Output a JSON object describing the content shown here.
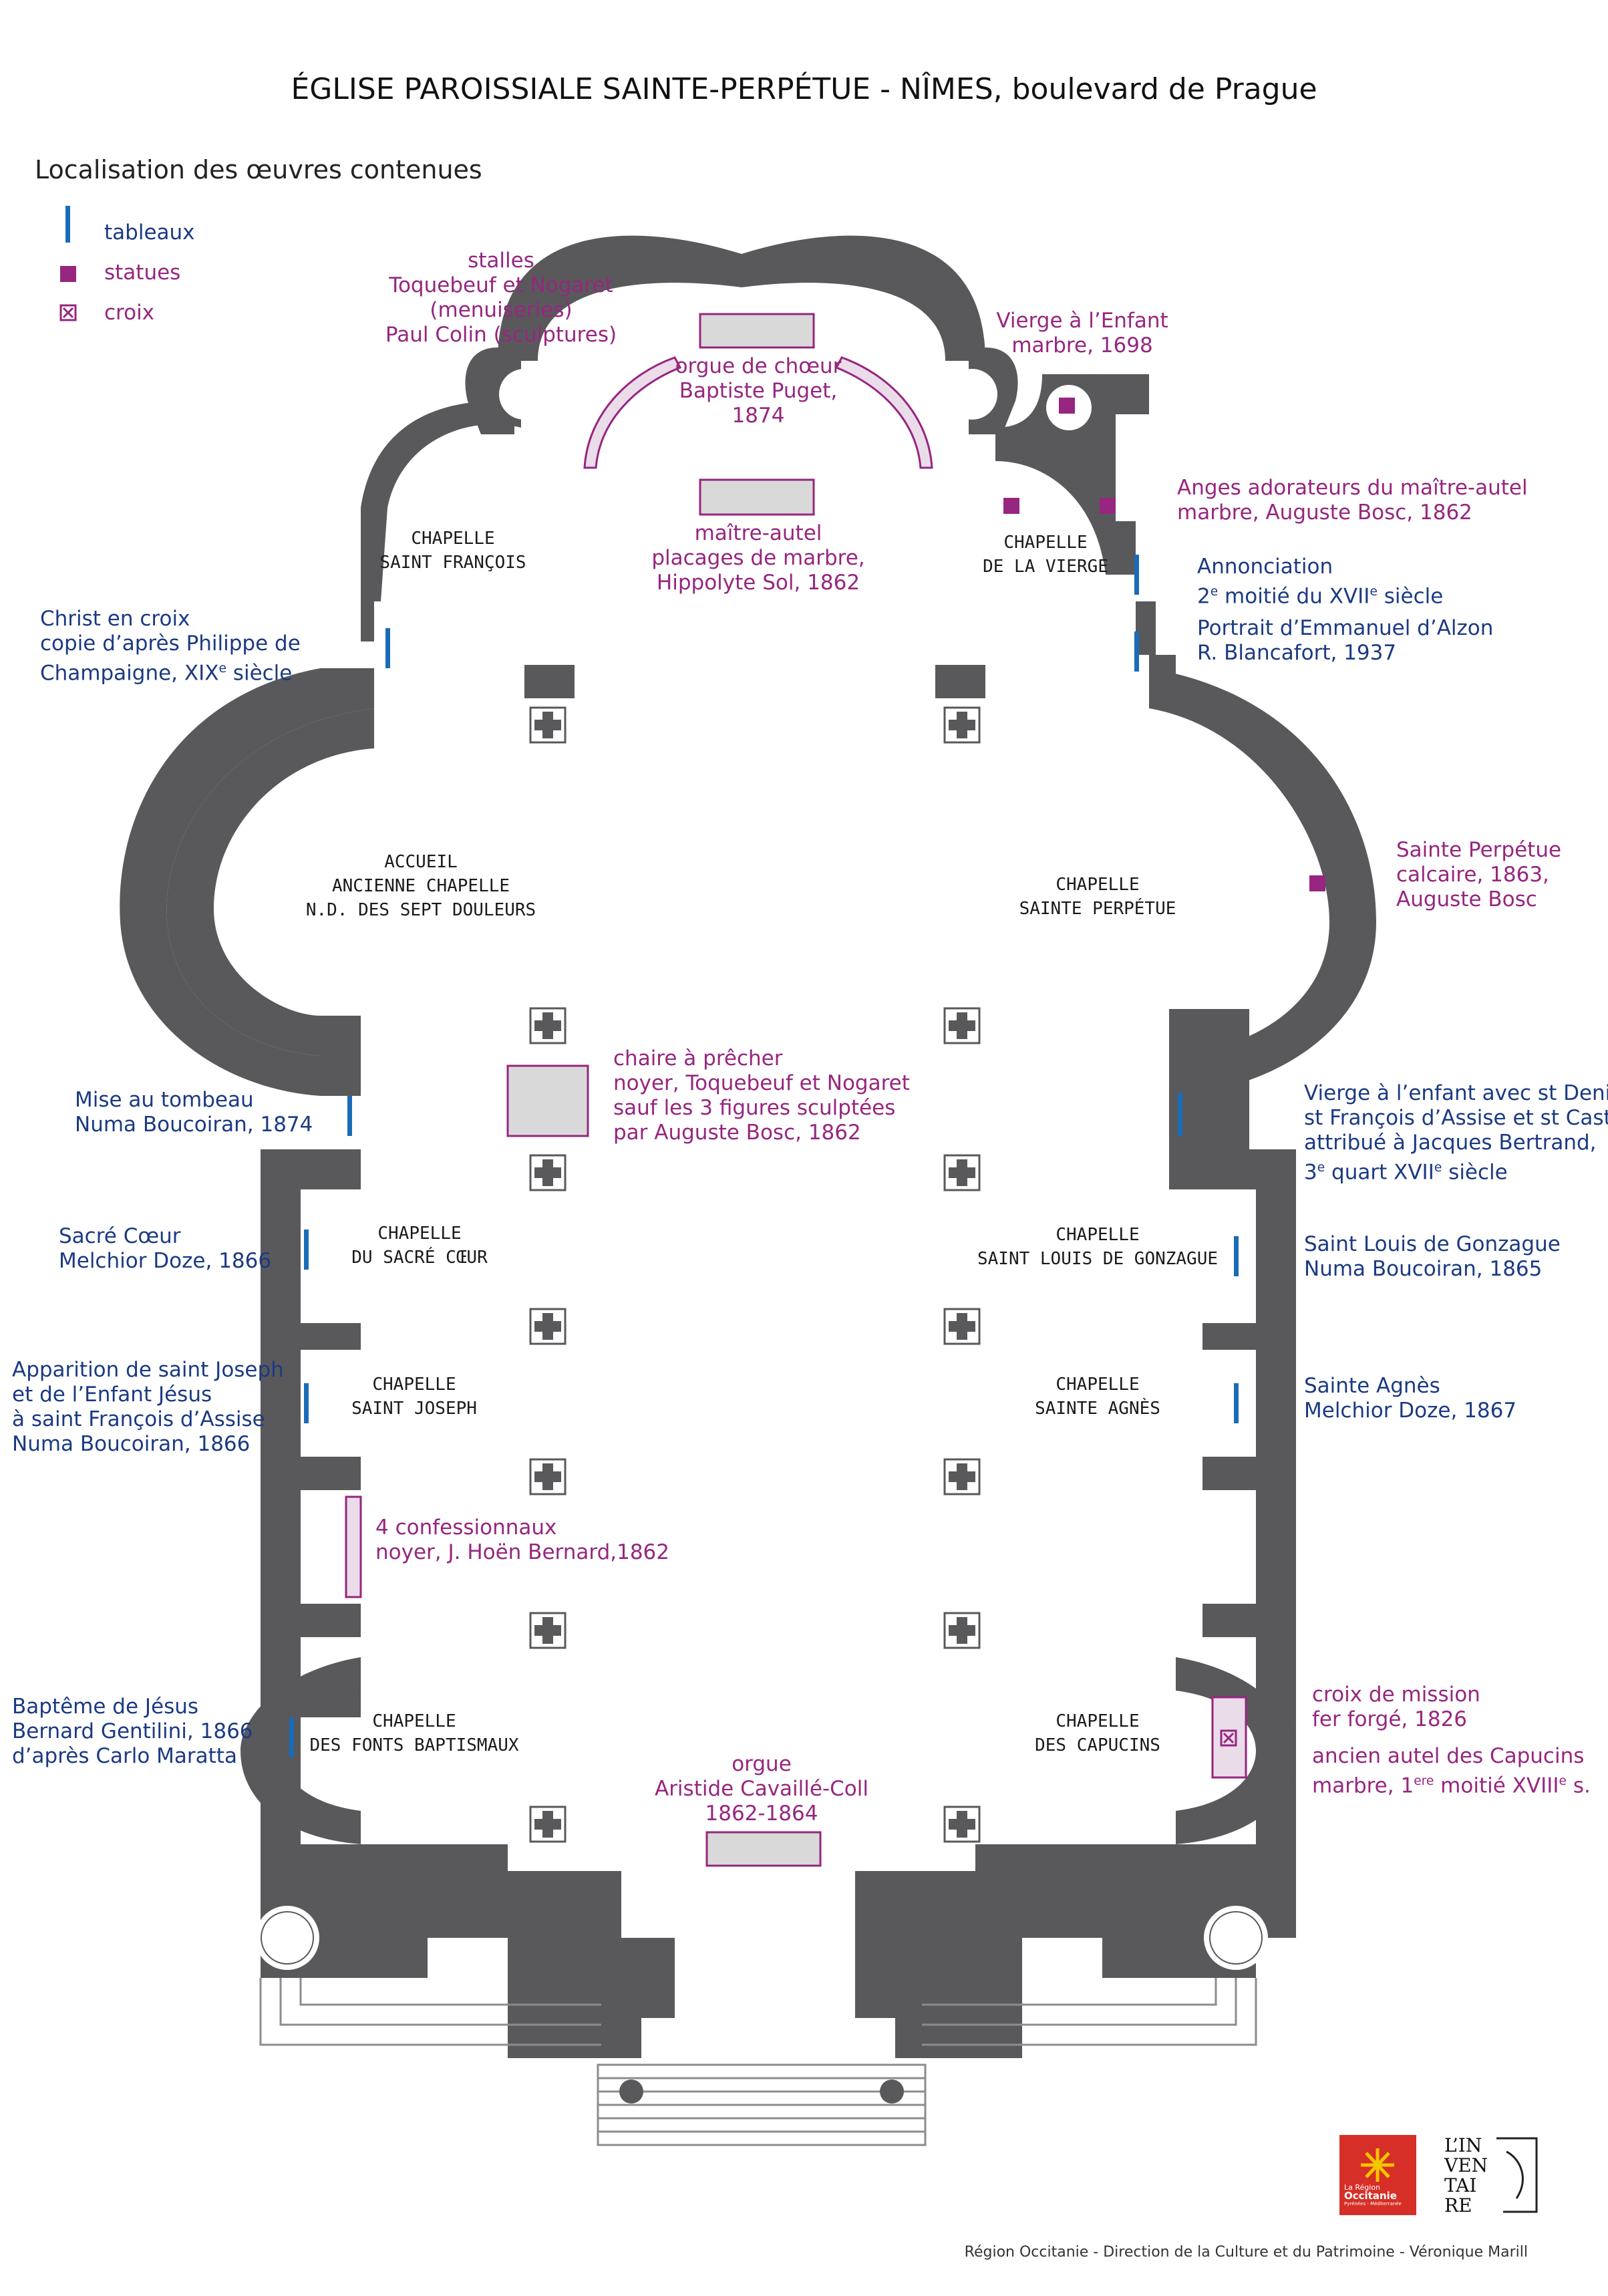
{
  "title": "ÉGLISE PAROISSIALE SAINTE-PERPÉTUE  - NÎMES, boulevard de Prague",
  "subtitle": "Localisation des œuvres contenues",
  "legend": [
    {
      "label": "tableaux",
      "symbol": "bar",
      "color": "#1a6bb8"
    },
    {
      "label": "statues",
      "symbol": "square",
      "color": "#96267f"
    },
    {
      "label": "croix",
      "symbol": "cross-box",
      "color": "#96267f"
    }
  ],
  "colors": {
    "wall": "#59595b",
    "blue_text": "#1b3a82",
    "purple_text": "#96267f",
    "light_fill": "#d9d9d9",
    "pink_fill": "#ebdcea"
  },
  "chapels": [
    {
      "id": "saint-francois",
      "lines": [
        "CHAPELLE",
        "SAINT FRANÇOIS"
      ]
    },
    {
      "id": "vierge",
      "lines": [
        "CHAPELLE",
        "DE LA VIERGE"
      ]
    },
    {
      "id": "accueil",
      "lines": [
        "ACCUEIL",
        "ANCIENNE CHAPELLE",
        "N.D. DES SEPT DOULEURS"
      ]
    },
    {
      "id": "perpetue",
      "lines": [
        "CHAPELLE",
        "SAINTE PERPÉTUE"
      ]
    },
    {
      "id": "sacre-coeur",
      "lines": [
        "CHAPELLE",
        "DU SACRÉ CŒUR"
      ]
    },
    {
      "id": "gonzague",
      "lines": [
        "CHAPELLE",
        "SAINT LOUIS DE GONZAGUE"
      ]
    },
    {
      "id": "joseph",
      "lines": [
        "CHAPELLE",
        "SAINT JOSEPH"
      ]
    },
    {
      "id": "agnes",
      "lines": [
        "CHAPELLE",
        "SAINTE AGNÈS"
      ]
    },
    {
      "id": "fonts",
      "lines": [
        "CHAPELLE",
        "DES FONTS BAPTISMAUX"
      ]
    },
    {
      "id": "capucins",
      "lines": [
        "CHAPELLE",
        "DES CAPUCINS"
      ]
    }
  ],
  "works": {
    "stalles": [
      "stalles",
      "Toquebeuf et Nogaret",
      "(menuiseries)",
      "Paul Colin (sculptures)"
    ],
    "orgue_choeur": [
      "orgue de chœur",
      "Baptiste Puget,",
      "1874"
    ],
    "maitre_autel": [
      "maître-autel",
      "placages de marbre,",
      "Hippolyte Sol, 1862"
    ],
    "vierge_enfant": [
      "Vierge à l’Enfant",
      "marbre, 1698"
    ],
    "anges": [
      "Anges adorateurs du maître-autel",
      "marbre, Auguste Bosc, 1862"
    ],
    "annonciation_title": "Annonciation",
    "annonciation_date": "moitié du XVII",
    "annonciation_prefix": "2",
    "annonciation_sup": "e",
    "annonciation_sup2": "e",
    "annonciation_suffix": " siècle",
    "portrait": [
      "Portrait d’Emmanuel d’Alzon",
      "R. Blancafort, 1937"
    ],
    "christ_title": "Christ en croix",
    "christ_l2": "copie d’après Philippe de",
    "christ_l3": "Champaigne, XIX",
    "christ_sup": "e",
    "christ_suffix": " siècle",
    "sainte_perpetue": [
      "Sainte Perpétue",
      "calcaire, 1863,",
      "Auguste Bosc"
    ],
    "mise_tombeau": [
      "Mise au tombeau",
      "Numa Boucoiran, 1874"
    ],
    "chaire": [
      "chaire à prêcher",
      "noyer, Toquebeuf et Nogaret",
      "sauf les 3 figures sculptées",
      "par Auguste Bosc, 1862"
    ],
    "vierge_denis_title1": "Vierge à l’enfant avec st Denis,",
    "vierge_denis_title2": "st François d’Assise et st Castor",
    "vierge_denis_l3": "attribué à Jacques Bertrand,",
    "vierge_denis_l4a": "3",
    "vierge_denis_sup": "e",
    "vierge_denis_l4b": " quart XVII",
    "vierge_denis_sup2": "e",
    "vierge_denis_l4c": " siècle",
    "sacre_coeur": [
      "Sacré Cœur",
      "Melchior Doze, 1866"
    ],
    "louis_gonzague": [
      "Saint Louis de Gonzague",
      "Numa Boucoiran, 1865"
    ],
    "apparition": [
      "Apparition de saint Joseph",
      "et de l’Enfant Jésus",
      "à saint François d’Assise",
      "Numa Boucoiran, 1866"
    ],
    "agnes": [
      "Sainte Agnès",
      "Melchior Doze, 1867"
    ],
    "confessionnaux": [
      "4 confessionnaux",
      "noyer,  J. Hoën Bernard,1862"
    ],
    "bapteme": [
      "Baptême de Jésus",
      "Bernard Gentilini, 1866",
      "d’après Carlo Maratta"
    ],
    "croix_mission": [
      "croix de mission",
      "fer forgé, 1826"
    ],
    "autel_capucins_title": "ancien autel des Capucins",
    "autel_capucins_a": "marbre, 1",
    "autel_capucins_sup": "ere",
    "autel_capucins_b": " moitié XVIII",
    "autel_capucins_sup2": "e",
    "autel_capucins_c": " s.",
    "orgue": [
      "orgue",
      "Aristide Cavaillé-Coll",
      "1862-1864"
    ]
  },
  "logos": {
    "region": [
      "La Région",
      "Occitanie",
      "Pyrénées - Méditerranée"
    ],
    "inventaire": [
      "L’IN",
      "VEN",
      "TAI",
      "RE"
    ]
  },
  "footer": "Région Occitanie - Direction de la Culture et du Patrimoine - Véronique Marill"
}
